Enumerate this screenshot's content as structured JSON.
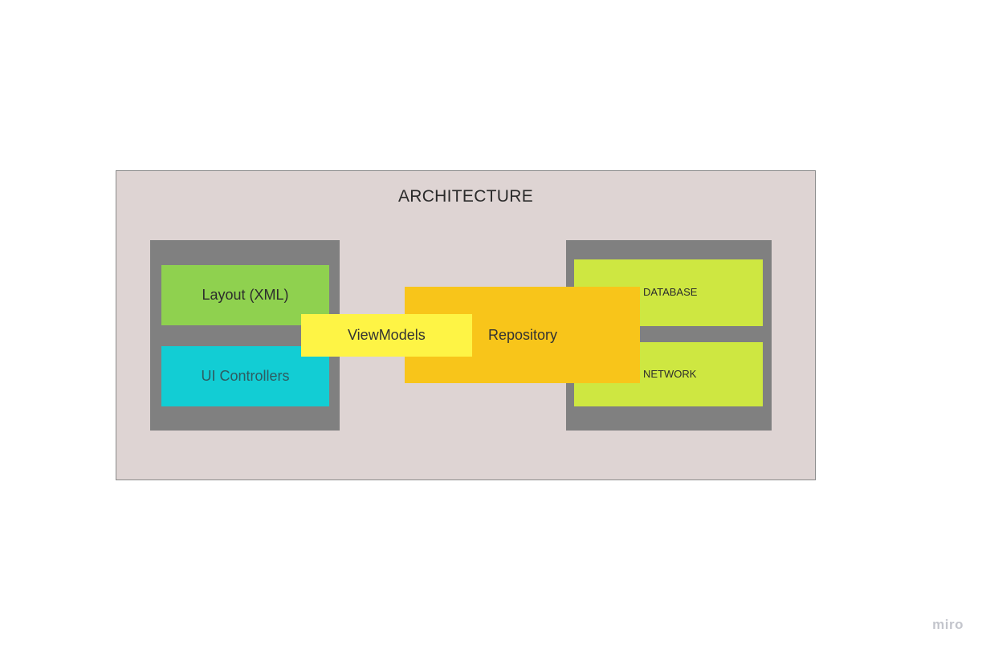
{
  "diagram": {
    "title": "ARCHITECTURE",
    "ui_layer": {
      "layout_label": "Layout (XML)",
      "controllers_label": "UI Controllers"
    },
    "viewmodels_label": "ViewModels",
    "repository_label": "Repository",
    "data_layer": {
      "database_label": "DATABASE",
      "network_label": "NETWORK"
    }
  },
  "watermark": "miro",
  "colors": {
    "frame_bg": "#ded4d3",
    "group_bg": "#808080",
    "layout": "#8fd14f",
    "ui_controllers": "#12cdd4",
    "viewmodels": "#fef445",
    "repository": "#f8c51a",
    "data_sources": "#cee741"
  }
}
